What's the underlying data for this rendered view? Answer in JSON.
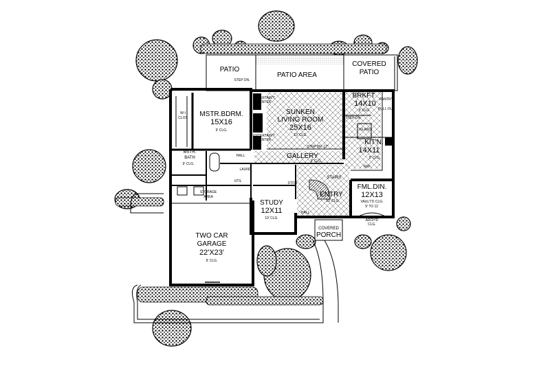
{
  "labels": {
    "patio": "PATIO",
    "step_dn": "STEP DN.",
    "patio_area": "PATIO AREA",
    "covered_patio_1": "COVERED",
    "covered_patio_2": "PATIO",
    "brkft_name": "BRKFT",
    "brkft_dim": "14X10",
    "brkft_clg": "9' CLG.",
    "pantry": "PANTRY",
    "pull_out": "PULL OUT",
    "step_dn_2": "STEP DN.",
    "island": "ISLAND",
    "kitn_name": "KIT'N.",
    "kitn_dim": "14X11",
    "kitn_clg": "9' CLG.",
    "ref": "REF",
    "fml_din_name": "FML.DIN.",
    "fml_din_dim": "12X13",
    "fml_din_clg1": "VAULT'D CLG.",
    "fml_din_clg2": "9' TO 11'",
    "archd_clg1": "ARCH'D",
    "archd_clg2": "CLG.",
    "entry": "ENTRY",
    "entry_clg": "10' CLG.",
    "covered_porch_1": "COVERED",
    "covered_porch_2": "PORCH",
    "hall_1": "HALL",
    "study_name": "STUDY",
    "study_dim": "12X11",
    "study_clg": "10' CLG.",
    "stairs": "STAIRS",
    "storage_dn": "STOR.",
    "storage_label": "STORAGE",
    "area": "AREA",
    "mstr_bdrm_name": "MSTR.BDRM.",
    "mstr_bdrm_dim": "15X16",
    "mstr_bdrm_clg": "9' CLG.",
    "wi_clos_1": "W-I",
    "wi_clos_2": "CLOS",
    "mstr_bath_1": "MSTR.",
    "mstr_bath_2": "BATH",
    "bath_clg": "9' CLG.",
    "hall_2": "HALL",
    "laund": "LAUND",
    "sunken_1": "SUNKEN",
    "sunken_2": "LIVING ROOM",
    "living_dim": "25X16",
    "living_clg": "10' CLG.",
    "entertain_1": "ENTERTAIN'T",
    "entertain_2": "CENTER",
    "entertain_3": "ENTERTAIN'T",
    "entertain_4": "CENTER",
    "step_dn_3": "STEP DN. 12\"",
    "gallery": "GALLERY",
    "gallery_clg": "9' CLG.",
    "garage_1": "TWO CAR",
    "garage_2": "GARAGE",
    "garage_dim": "22'X23'",
    "garage_clg": "9' CLG.",
    "util": "UTIL"
  }
}
